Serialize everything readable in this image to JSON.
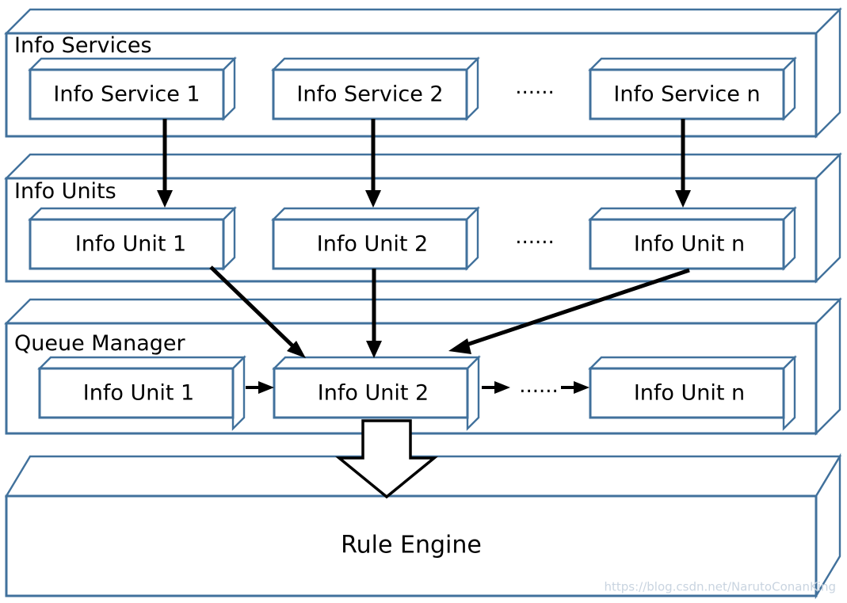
{
  "diagram": {
    "title": "Info Services / Info Units / Queue Manager / Rule Engine pipeline",
    "accent_color": "#41719c",
    "arrow_color": "#000000",
    "background": "#ffffff",
    "ellipsis": "······",
    "groups": [
      {
        "id": "info-services",
        "label": "Info Services",
        "nodes": [
          {
            "id": "info-service-1",
            "label": "Info Service 1"
          },
          {
            "id": "info-service-2",
            "label": "Info Service 2"
          },
          {
            "id": "info-service-n",
            "label": "Info Service n"
          }
        ]
      },
      {
        "id": "info-units",
        "label": "Info Units",
        "nodes": [
          {
            "id": "info-unit-1",
            "label": "Info Unit 1"
          },
          {
            "id": "info-unit-2",
            "label": "Info Unit 2"
          },
          {
            "id": "info-unit-n",
            "label": "Info Unit n"
          }
        ]
      },
      {
        "id": "queue-manager",
        "label": "Queue Manager",
        "nodes": [
          {
            "id": "queue-info-unit-1",
            "label": "Info Unit 1"
          },
          {
            "id": "queue-info-unit-2",
            "label": "Info Unit 2"
          },
          {
            "id": "queue-info-unit-n",
            "label": "Info Unit n"
          }
        ]
      },
      {
        "id": "rule-engine",
        "label": "",
        "nodes": [
          {
            "id": "rule-engine-node",
            "label": "Rule Engine"
          }
        ]
      }
    ],
    "connections": [
      {
        "id": "svc1-to-unit1",
        "from": "info-service-1",
        "to": "info-unit-1",
        "kind": "vertical-arrow"
      },
      {
        "id": "svc2-to-unit2",
        "from": "info-service-2",
        "to": "info-unit-2",
        "kind": "vertical-arrow"
      },
      {
        "id": "svcn-to-unitn",
        "from": "info-service-n",
        "to": "info-unit-n",
        "kind": "vertical-arrow"
      },
      {
        "id": "unit1-to-queue2",
        "from": "info-unit-1",
        "to": "queue-info-unit-2",
        "kind": "diagonal-arrow"
      },
      {
        "id": "unit2-to-queue2",
        "from": "info-unit-2",
        "to": "queue-info-unit-2",
        "kind": "vertical-arrow"
      },
      {
        "id": "unitn-to-queue2",
        "from": "info-unit-n",
        "to": "queue-info-unit-2",
        "kind": "diagonal-arrow"
      },
      {
        "id": "queue1-to-queue2",
        "from": "queue-info-unit-1",
        "to": "queue-info-unit-2",
        "kind": "horizontal-arrow"
      },
      {
        "id": "queue2-to-ellipsis",
        "from": "queue-info-unit-2",
        "to": "queue-ellipsis",
        "kind": "horizontal-arrow"
      },
      {
        "id": "ellipsis-to-queuen",
        "from": "queue-ellipsis",
        "to": "queue-info-unit-n",
        "kind": "horizontal-arrow"
      },
      {
        "id": "queue-to-rule-engine",
        "from": "queue-manager",
        "to": "rule-engine",
        "kind": "block-arrow"
      }
    ]
  },
  "watermark": {
    "text": "https://blog.csdn.net/NarutoConanKing"
  }
}
